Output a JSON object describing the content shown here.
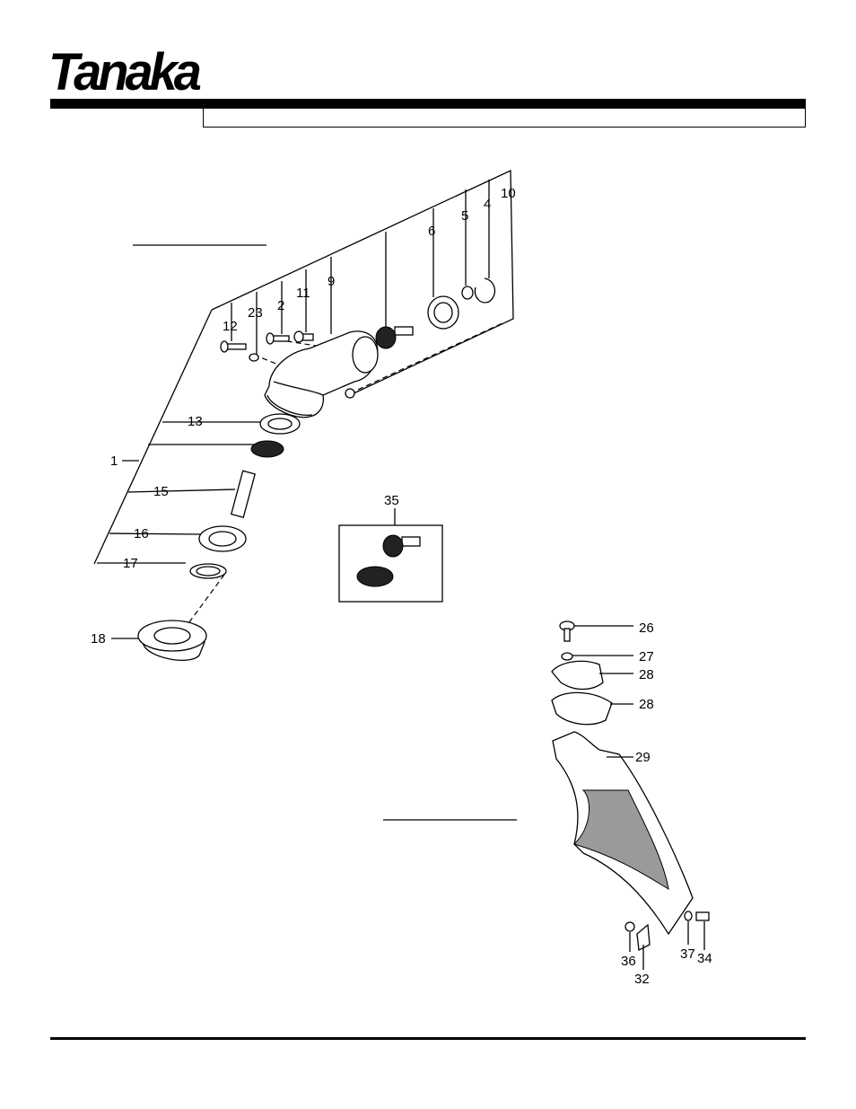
{
  "brand": {
    "name": "Tanaka",
    "mark": "®"
  },
  "title_box_text": "",
  "callouts": {
    "c12": "12",
    "c23": "23",
    "c2": "2",
    "c11": "11",
    "c9": "9",
    "c6": "6",
    "c5": "5",
    "c4": "4",
    "c10": "10",
    "c13": "13",
    "c1": "1",
    "c15": "15",
    "c16": "16",
    "c17": "17",
    "c18": "18",
    "c35": "35",
    "c26": "26",
    "c27": "27",
    "c28a": "28",
    "c28b": "28",
    "c29": "29",
    "c36": "36",
    "c32": "32",
    "c37": "37",
    "c34": "34"
  }
}
